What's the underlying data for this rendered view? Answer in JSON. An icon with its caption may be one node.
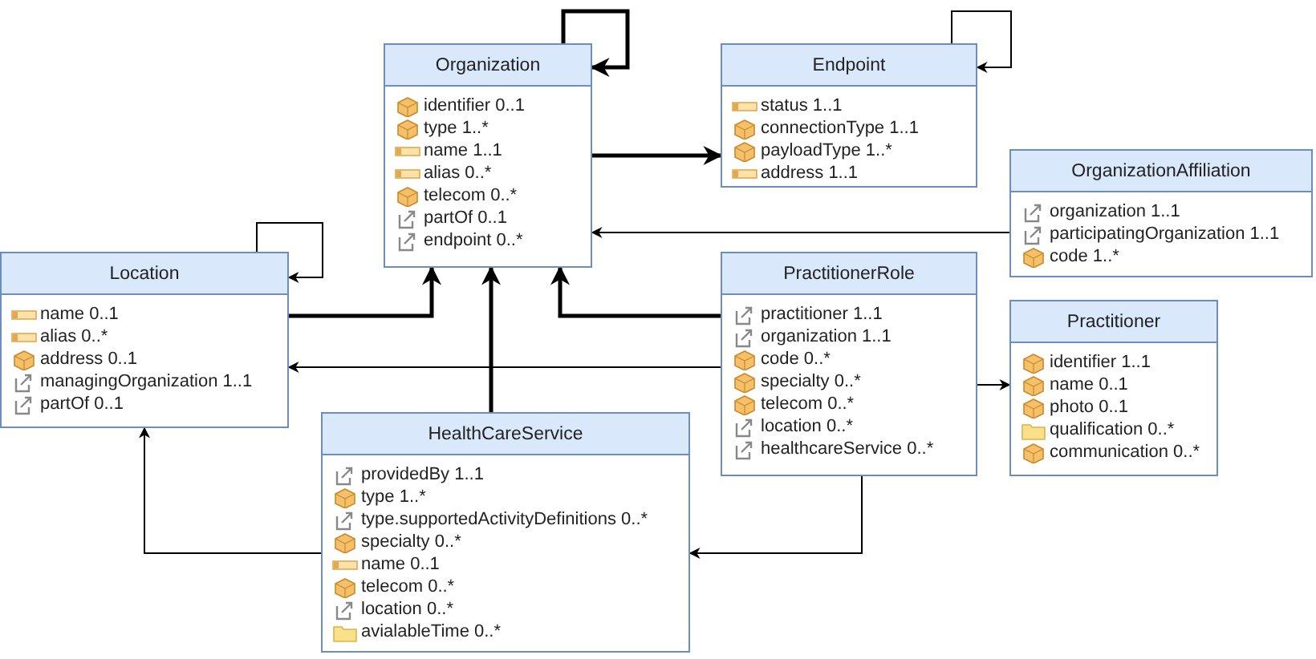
{
  "diagram": {
    "nodes": [
      {
        "text": [
          "Organization",
          "identifier 0..1",
          "type 1..*",
          "name 1..1",
          "alias 0..*",
          "telecom 0..*",
          "partOf 0..1",
          "endpoint 0..*"
        ]
      },
      {
        "text": [
          "Endpoint",
          "status 1..1",
          "connectionType 1..1",
          "payloadType 1..*",
          "address 1..1"
        ]
      },
      {
        "text": [
          "OrganizationAffiliation",
          "organization 1..1",
          "participatingOrganization 1..1",
          "code 1..*"
        ]
      },
      {
        "text": [
          "Location",
          "name 0..1",
          "alias 0..*",
          "address 0..1",
          "managingOrganization 1..1",
          "partOf 0..1"
        ]
      },
      {
        "text": [
          "PractitionerRole",
          "practitioner 1..1",
          "organization 1..1",
          "code 0..*",
          "specialty 0..*",
          "telecom 0..*",
          "location 0..*",
          "healthcareService 0..*"
        ]
      },
      {
        "text": [
          "Practitioner",
          "identifier 1..1",
          "name 0..1",
          "photo 0..1",
          "qualification 0..*",
          "communication 0..*"
        ]
      },
      {
        "text": [
          "HealthCareService",
          "providedBy 1..1",
          "type 1..*",
          "type.supportedActivityDefinitions 0..*",
          "specialty 0..*",
          "name 0..1",
          "telecom 0..*",
          "location 0..*",
          "avialableTime 0..*"
        ]
      }
    ],
    "edges": [
      {
        "from": 0,
        "to": 0,
        "arrow": "to",
        "style": "thick"
      },
      {
        "from": 1,
        "to": 1,
        "arrow": "to"
      },
      {
        "from": 0,
        "to": 1,
        "arrow": "to",
        "style": "thick"
      },
      {
        "from": 2,
        "to": 0,
        "arrow": "to"
      },
      {
        "from": 3,
        "to": 3,
        "arrow": "to"
      },
      {
        "from": 3,
        "to": 0,
        "arrow": "to",
        "style": "thick"
      },
      {
        "from": 4,
        "to": 3,
        "arrow": "to"
      },
      {
        "from": 6,
        "to": 0,
        "arrow": "to",
        "style": "thick"
      },
      {
        "from": 4,
        "to": 0,
        "arrow": "to",
        "style": "thick"
      },
      {
        "from": 6,
        "to": 3,
        "arrow": "to"
      },
      {
        "from": 4,
        "to": 6,
        "arrow": "to"
      },
      {
        "from": 4,
        "to": 5,
        "arrow": "to"
      }
    ]
  }
}
